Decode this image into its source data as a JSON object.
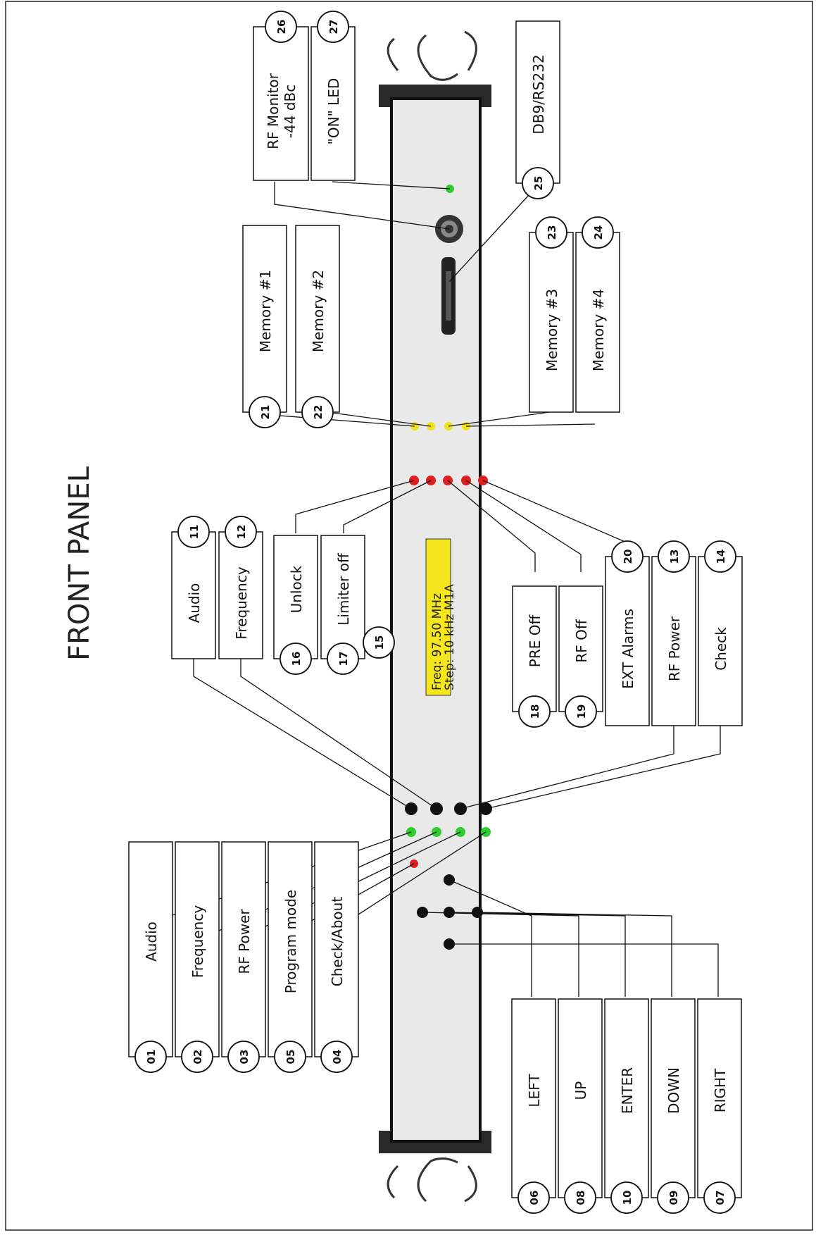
{
  "title": "FRONT PANEL",
  "lcd": {
    "line1": "Freq:  97.50 MHz",
    "line2": "Step:  10 kHz M1A"
  },
  "callouts": [
    {
      "id": "c01",
      "num": "01",
      "label": "Audio"
    },
    {
      "id": "c02",
      "num": "02",
      "label": "Frequency"
    },
    {
      "id": "c03",
      "num": "03",
      "label": "RF Power"
    },
    {
      "id": "c05",
      "num": "05",
      "label": "Program mode"
    },
    {
      "id": "c04",
      "num": "04",
      "label": "Check/About"
    },
    {
      "id": "c06",
      "num": "06",
      "label": "LEFT"
    },
    {
      "id": "c08",
      "num": "08",
      "label": "UP"
    },
    {
      "id": "c10",
      "num": "10",
      "label": "ENTER"
    },
    {
      "id": "c09",
      "num": "09",
      "label": "DOWN"
    },
    {
      "id": "c07",
      "num": "07",
      "label": "RIGHT"
    },
    {
      "id": "c11",
      "num": "11",
      "label": "Audio"
    },
    {
      "id": "c12",
      "num": "12",
      "label": "Frequency"
    },
    {
      "id": "c16",
      "num": "16",
      "label": "Unlock"
    },
    {
      "id": "c17",
      "num": "17",
      "label": "Limiter off"
    },
    {
      "id": "c18",
      "num": "18",
      "label": "PRE Off"
    },
    {
      "id": "c19",
      "num": "19",
      "label": "RF Off"
    },
    {
      "id": "c20",
      "num": "20",
      "label": "EXT Alarms"
    },
    {
      "id": "c13",
      "num": "13",
      "label": "RF Power"
    },
    {
      "id": "c14",
      "num": "14",
      "label": "Check"
    },
    {
      "id": "c21",
      "num": "21",
      "label": "Memory #1"
    },
    {
      "id": "c22",
      "num": "22",
      "label": "Memory #2"
    },
    {
      "id": "c23",
      "num": "23",
      "label": "Memory #3"
    },
    {
      "id": "c24",
      "num": "24",
      "label": "Memory #4"
    },
    {
      "id": "c26",
      "num": "26",
      "label": "RF Monitor|-44 dBc"
    },
    {
      "id": "c27",
      "num": "27",
      "label": "\"ON\" LED"
    },
    {
      "id": "c25",
      "num": "25",
      "label": "DB9/RS232"
    }
  ],
  "marker15": "15",
  "colors": {
    "led_green": "#2ecc2e",
    "led_red": "#e02020",
    "led_yellow": "#f2e21a",
    "button": "#111111",
    "lcd_bg": "#f5e61e",
    "panel": "#e9e9e9"
  }
}
